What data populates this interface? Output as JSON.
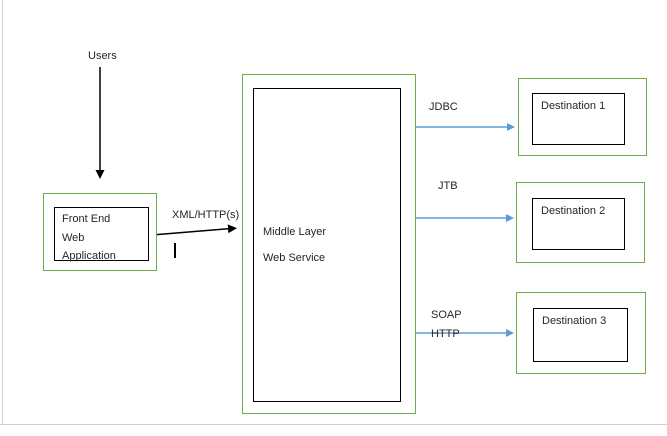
{
  "page": {
    "background": "#ffffff",
    "page_border_color": "#d0d0d0"
  },
  "colors": {
    "box_outline_green": "#70AD47",
    "box_outline_black": "#000000",
    "arrow_blue": "#5B9BD5",
    "arrow_black": "#000000",
    "text": "#262626"
  },
  "diagram": {
    "users_label": "Users",
    "frontend_box": {
      "line1": "Front End",
      "line2": "Web",
      "line3": "Application"
    },
    "frontend_to_middle_label": "XML/HTTP(s)",
    "middle_box": {
      "line1": "Middle Layer",
      "line2": "Web Service"
    },
    "connections": [
      {
        "label": "JDBC",
        "destination": "Destination 1"
      },
      {
        "label": "JTB",
        "destination": "Destination 2"
      },
      {
        "label_line1": "SOAP",
        "label_line2": "HTTP",
        "destination": "Destination 3"
      }
    ]
  }
}
